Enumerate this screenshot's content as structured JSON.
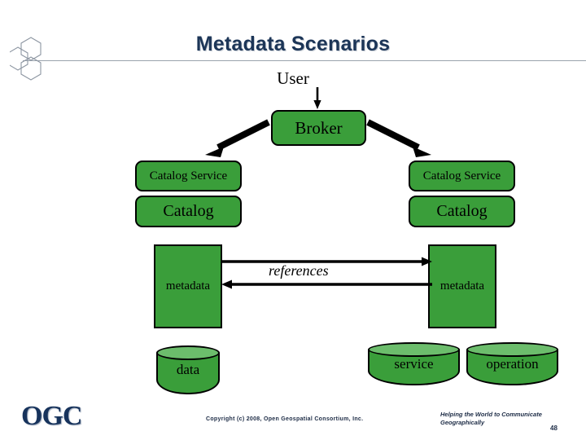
{
  "slide": {
    "title": "Metadata Scenarios",
    "page_number": "48",
    "title_color": "#1c3557",
    "box_fill_color": "#3a9e3a",
    "cylinder_top_color": "#6cbd6c",
    "rule_color": "#9aa3ad"
  },
  "diagram": {
    "actor": {
      "label": "User"
    },
    "broker": {
      "label": "Broker"
    },
    "left_branch": {
      "catalog_service": {
        "label": "Catalog Service"
      },
      "catalog": {
        "label": "Catalog"
      },
      "metadata": {
        "label": "metadata"
      },
      "store": {
        "label": "data"
      }
    },
    "right_branch": {
      "catalog_service": {
        "label": "Catalog Service"
      },
      "catalog": {
        "label": "Catalog"
      },
      "metadata": {
        "label": "metadata"
      },
      "store_service": {
        "label": "service"
      },
      "store_operation": {
        "label": "operation"
      }
    },
    "relation": {
      "label": "references"
    }
  },
  "footer": {
    "logo": "OGC",
    "copyright": "Copyright (c) 2008, Open Geospatial Consortium, Inc.",
    "tagline_line1": "Helping the World to Communicate",
    "tagline_line2": "Geographically"
  }
}
